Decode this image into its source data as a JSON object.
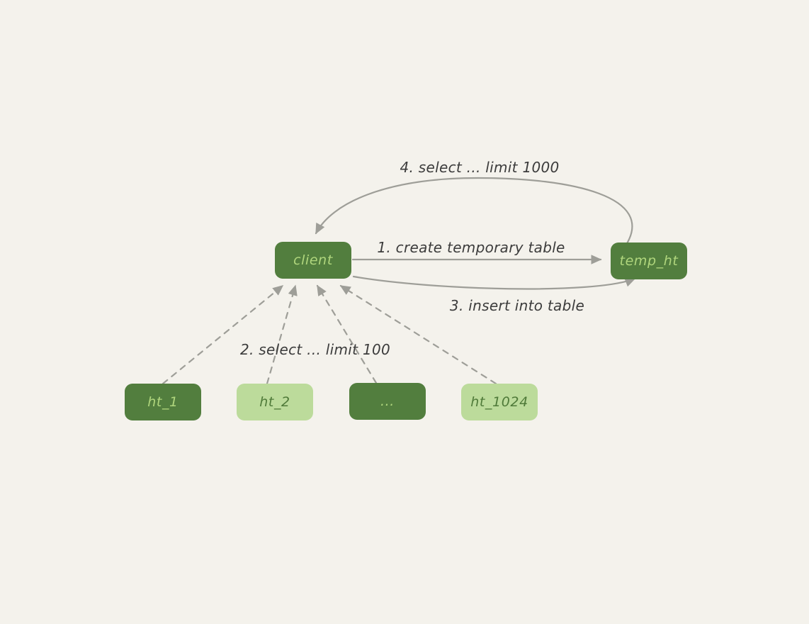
{
  "colors": {
    "bg": "#f4f2ec",
    "dark_green": "#527e3e",
    "light_green": "#bcdb9b",
    "text_on_dark": "#b0d67d",
    "text_on_light": "#4f7a39",
    "arrow": "#9e9e98",
    "label": "#3c3c3c"
  },
  "nodes": [
    {
      "id": "client",
      "label": "client",
      "variant": "dark"
    },
    {
      "id": "temp_ht",
      "label": "temp_ht",
      "variant": "dark"
    },
    {
      "id": "ht_1",
      "label": "ht_1",
      "variant": "dark"
    },
    {
      "id": "ht_2",
      "label": "ht_2",
      "variant": "light"
    },
    {
      "id": "ht_dots",
      "label": "...",
      "variant": "dark"
    },
    {
      "id": "ht_1024",
      "label": "ht_1024",
      "variant": "light"
    }
  ],
  "edges": [
    {
      "label": "1. create temporary table",
      "from": "client",
      "to": "temp_ht",
      "style": "solid-straight"
    },
    {
      "label": "2. select ... limit 100",
      "from": "ht_1, ht_2, ..., ht_1024",
      "to": "client",
      "style": "dashed"
    },
    {
      "label": "3. insert into table",
      "from": "client",
      "to": "temp_ht",
      "style": "solid-curved"
    },
    {
      "label": "4. select ... limit 1000",
      "from": "temp_ht",
      "to": "client",
      "style": "solid-curved"
    }
  ]
}
